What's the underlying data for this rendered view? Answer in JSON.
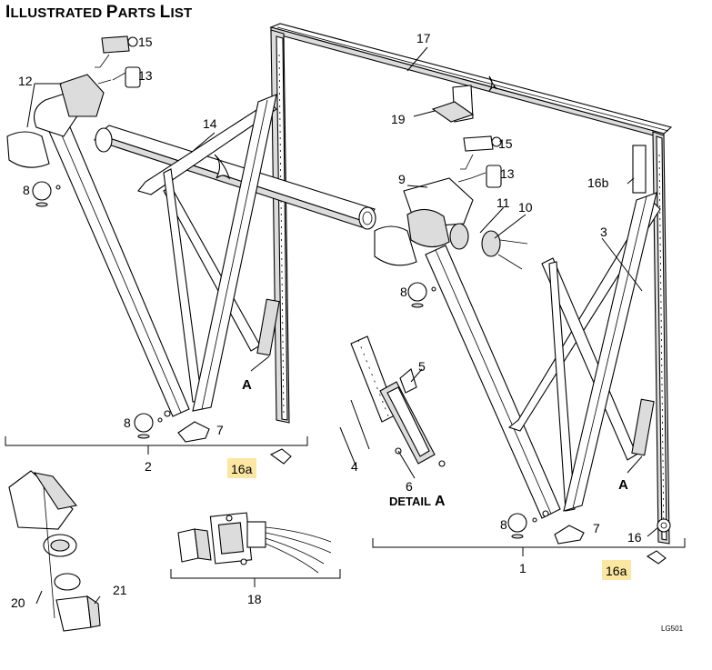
{
  "title": {
    "first_cap": "I",
    "first_rest": "LLUSTRATED",
    "second_cap": "P",
    "second_rest": "ARTS",
    "third_cap": "L",
    "third_rest": "IST"
  },
  "callouts": {
    "c1": "1",
    "c2": "2",
    "c3": "3",
    "c4": "4",
    "c5": "5",
    "c6": "6",
    "c7a": "7",
    "c7b": "7",
    "c8a": "8",
    "c8b": "8",
    "c8c": "8",
    "c8d": "8",
    "c9": "9",
    "c10": "10",
    "c11": "11",
    "c12": "12",
    "c13a": "13",
    "c13b": "13",
    "c14": "14",
    "c15a": "15",
    "c15b": "15",
    "c16": "16",
    "c16a1": "16a",
    "c16a2": "16a",
    "c16b": "16b",
    "c17": "17",
    "c18": "18",
    "c19": "19",
    "c20": "20",
    "c21": "21",
    "cA1": "A",
    "cA2": "A"
  },
  "detail_label": {
    "word": "DETAIL",
    "letter": "A"
  },
  "drawing_code": "LG501",
  "colors": {
    "highlight": "#fbe7a1",
    "line": "#000000"
  }
}
